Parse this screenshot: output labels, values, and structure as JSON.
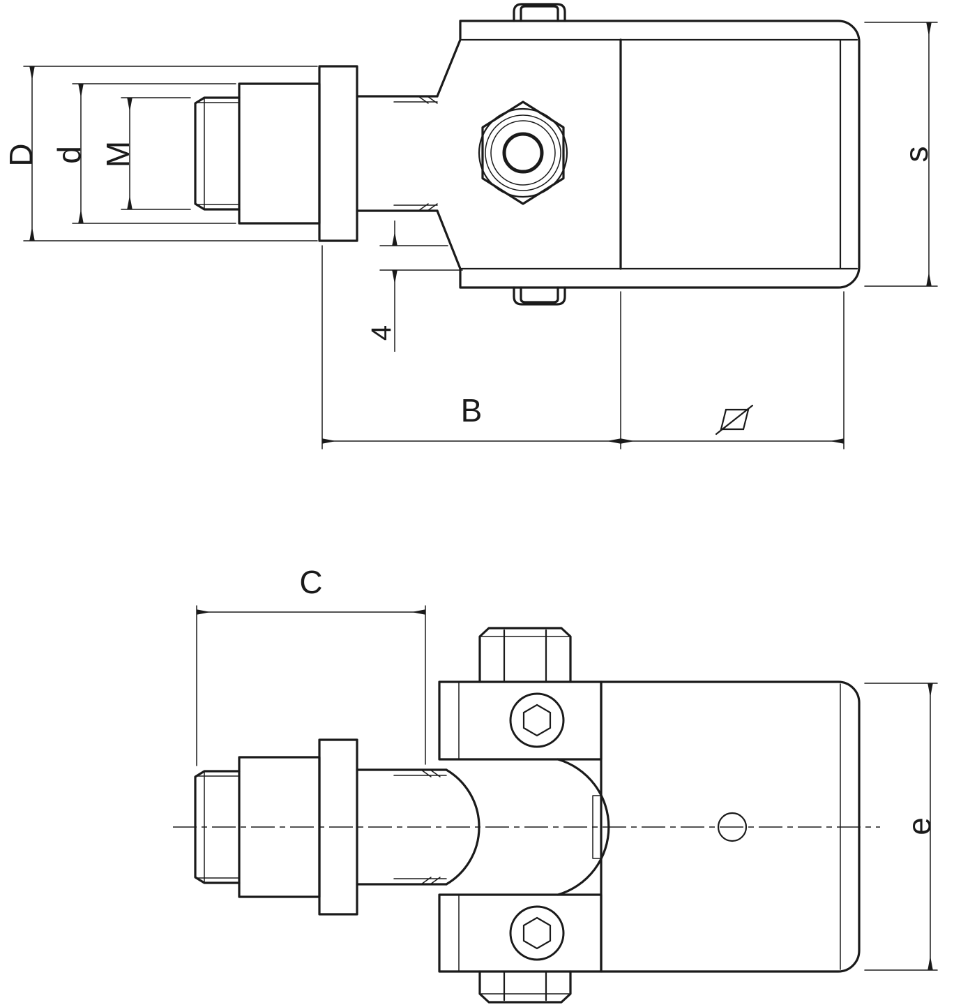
{
  "drawing": {
    "type": "technical-drawing",
    "background": "#ffffff",
    "line_color": "#1a1a1a",
    "views": [
      "top-section-view",
      "front-view"
    ],
    "dims": {
      "D": "D",
      "d": "d",
      "M": "M",
      "step": "4",
      "B": "B",
      "s": "s",
      "C": "C",
      "e": "e"
    },
    "icons": {
      "square_section_symbol": "slashed-square"
    }
  }
}
